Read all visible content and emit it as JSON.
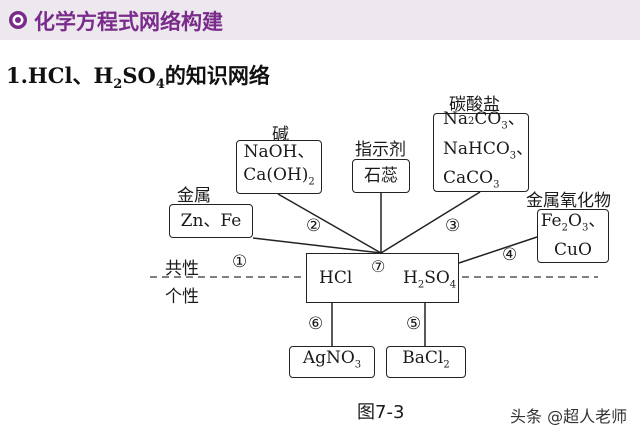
{
  "header": {
    "title": "化学方程式网络构建",
    "accent_color": "#7a2b8b",
    "bullet_icon": "target-bullet-icon"
  },
  "section": {
    "prefix": "1.HCl、H",
    "sub1": "2",
    "mid": "SO",
    "sub2": "4",
    "suffix": "的知识网络"
  },
  "diagram": {
    "center": {
      "left": "HCl",
      "right_main": "H",
      "right_sub1": "2",
      "right_mid": "SO",
      "right_sub2": "4",
      "arrow_number": "⑦"
    },
    "labels": {
      "metal": "金属",
      "base": "碱",
      "indicator": "指示剂",
      "carbonate": "碳酸盐",
      "metal_oxide": "金属氧化物",
      "common": "共性",
      "individual": "个性"
    },
    "boxes": {
      "metal": "Zn、Fe",
      "base_line1": "NaOH、",
      "base_line2_main": "Ca(OH)",
      "base_line2_sub": "2",
      "indicator": "石蕊",
      "carbonate_l1_a": "Na",
      "carbonate_l1_sub1": "2",
      "carbonate_l1_b": "CO",
      "carbonate_l1_sub2": "3",
      "carbonate_l1_c": "、",
      "carbonate_l2_a": "NaHCO",
      "carbonate_l2_sub": "3",
      "carbonate_l2_c": "、",
      "carbonate_l3_a": "CaCO",
      "carbonate_l3_sub": "3",
      "oxide_l1_a": "Fe",
      "oxide_l1_sub1": "2",
      "oxide_l1_b": "O",
      "oxide_l1_sub2": "3",
      "oxide_l1_c": "、",
      "oxide_l2": "CuO",
      "agno3_a": "AgNO",
      "agno3_sub": "3",
      "bacl2_a": "BaCl",
      "bacl2_sub": "2"
    },
    "numbers": {
      "n1": "①",
      "n2": "②",
      "n3": "③",
      "n4": "④",
      "n5": "⑤",
      "n6": "⑥"
    },
    "caption": "图7-3"
  },
  "watermark": "头条 @超人老师"
}
